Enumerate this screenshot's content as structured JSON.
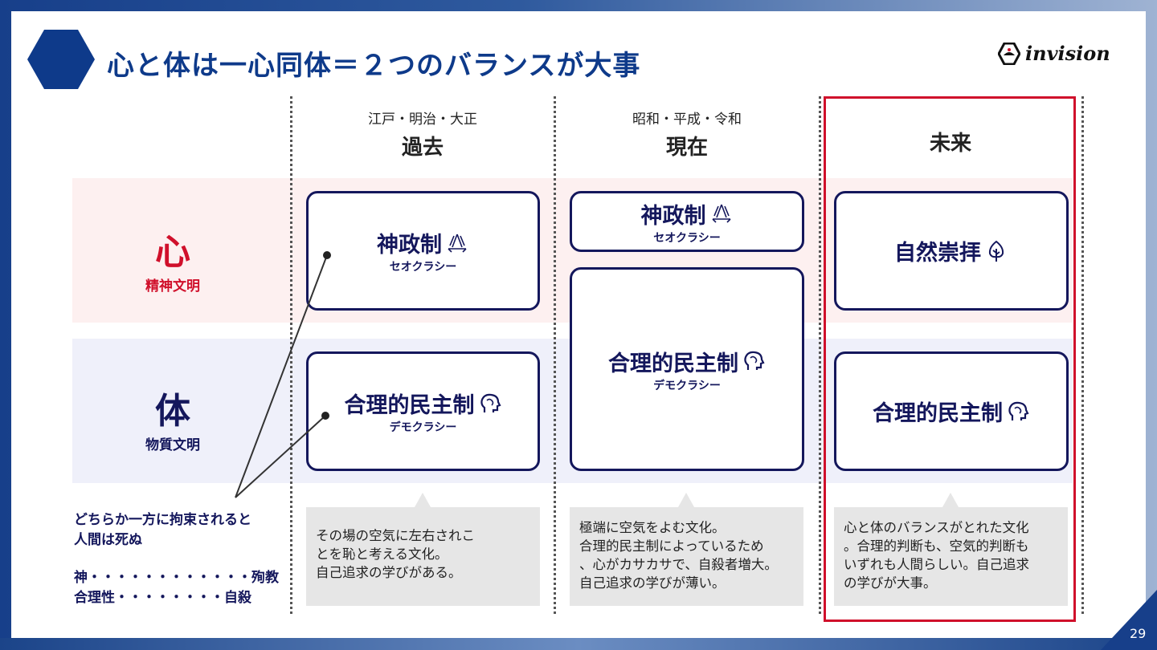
{
  "title": "心と体は一心同体＝２つのバランスが大事",
  "logo": "invision",
  "page_number": "29",
  "rows": {
    "heart": {
      "main": "心",
      "sub": "精神文明",
      "color": "#d0102b"
    },
    "body": {
      "main": "体",
      "sub": "物質文明",
      "color": "#14175c"
    }
  },
  "columns": [
    {
      "era": "江戸・明治・大正",
      "period": "過去"
    },
    {
      "era": "昭和・平成・令和",
      "period": "現在"
    },
    {
      "era": "",
      "period": "未来"
    }
  ],
  "boxes": {
    "past_heart": {
      "title": "神政制",
      "sub": "セオクラシー"
    },
    "past_body": {
      "title": "合理的民主制",
      "sub": "デモクラシー"
    },
    "present_heart": {
      "title": "神政制",
      "sub": "セオクラシー"
    },
    "present_body": {
      "title": "合理的民主制",
      "sub": "デモクラシー"
    },
    "future_heart": {
      "title": "自然崇拝"
    },
    "future_body": {
      "title": "合理的民主制"
    }
  },
  "callouts": [
    [
      "その場の空気に左右されこ",
      "とを恥と考える文化。",
      "自己追求の学びがある。"
    ],
    [
      "極端に空気をよむ文化。",
      "合理的民主制によっているため",
      "、心がカサカサで、自殺者増大。",
      "自己追求の学びが薄い。"
    ],
    [
      "心と体のバランスがとれた文化",
      "。合理的判断も、空気的判断も",
      "いずれも人間らしい。自己追求",
      "の学びが大事。"
    ]
  ],
  "note": {
    "lines": [
      "どちらか一方に拘束されると",
      "人間は死ぬ"
    ],
    "pairs": [
      [
        "神・・・・・・・・・・・・",
        "殉教"
      ],
      [
        "合理性・・・・・・・・",
        "自殺"
      ]
    ]
  },
  "colors": {
    "navy": "#14175c",
    "accent": "#0e3a8a",
    "highlight": "#d0102b"
  }
}
